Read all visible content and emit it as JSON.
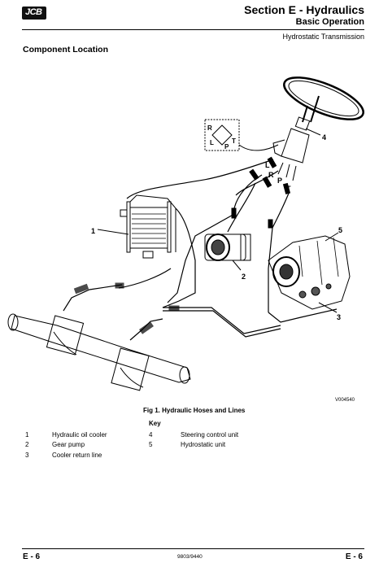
{
  "header": {
    "logo_text": "JCB",
    "section_title": "Section E - Hydraulics",
    "subtitle": "Basic Operation",
    "sub_subtitle": "Hydrostatic Transmission"
  },
  "heading": "Component Location",
  "figure": {
    "callouts": [
      "1",
      "2",
      "3",
      "4",
      "5"
    ],
    "port_labels": [
      "L",
      "R",
      "P",
      "T"
    ],
    "valve_letters": [
      "R",
      "L",
      "P",
      "T"
    ],
    "ref_code": "V004540"
  },
  "caption": "Fig 1. Hydraulic Hoses and Lines",
  "key": {
    "title": "Key",
    "left": [
      {
        "num": "1",
        "label": "Hydraulic oil cooler"
      },
      {
        "num": "2",
        "label": "Gear pump"
      },
      {
        "num": "3",
        "label": "Cooler return line"
      }
    ],
    "right": [
      {
        "num": "4",
        "label": "Steering control unit"
      },
      {
        "num": "5",
        "label": "Hydrostatic unit"
      }
    ]
  },
  "footer": {
    "page_left": "E - 6",
    "doc_code": "9803/9440",
    "page_right": "E - 6"
  }
}
